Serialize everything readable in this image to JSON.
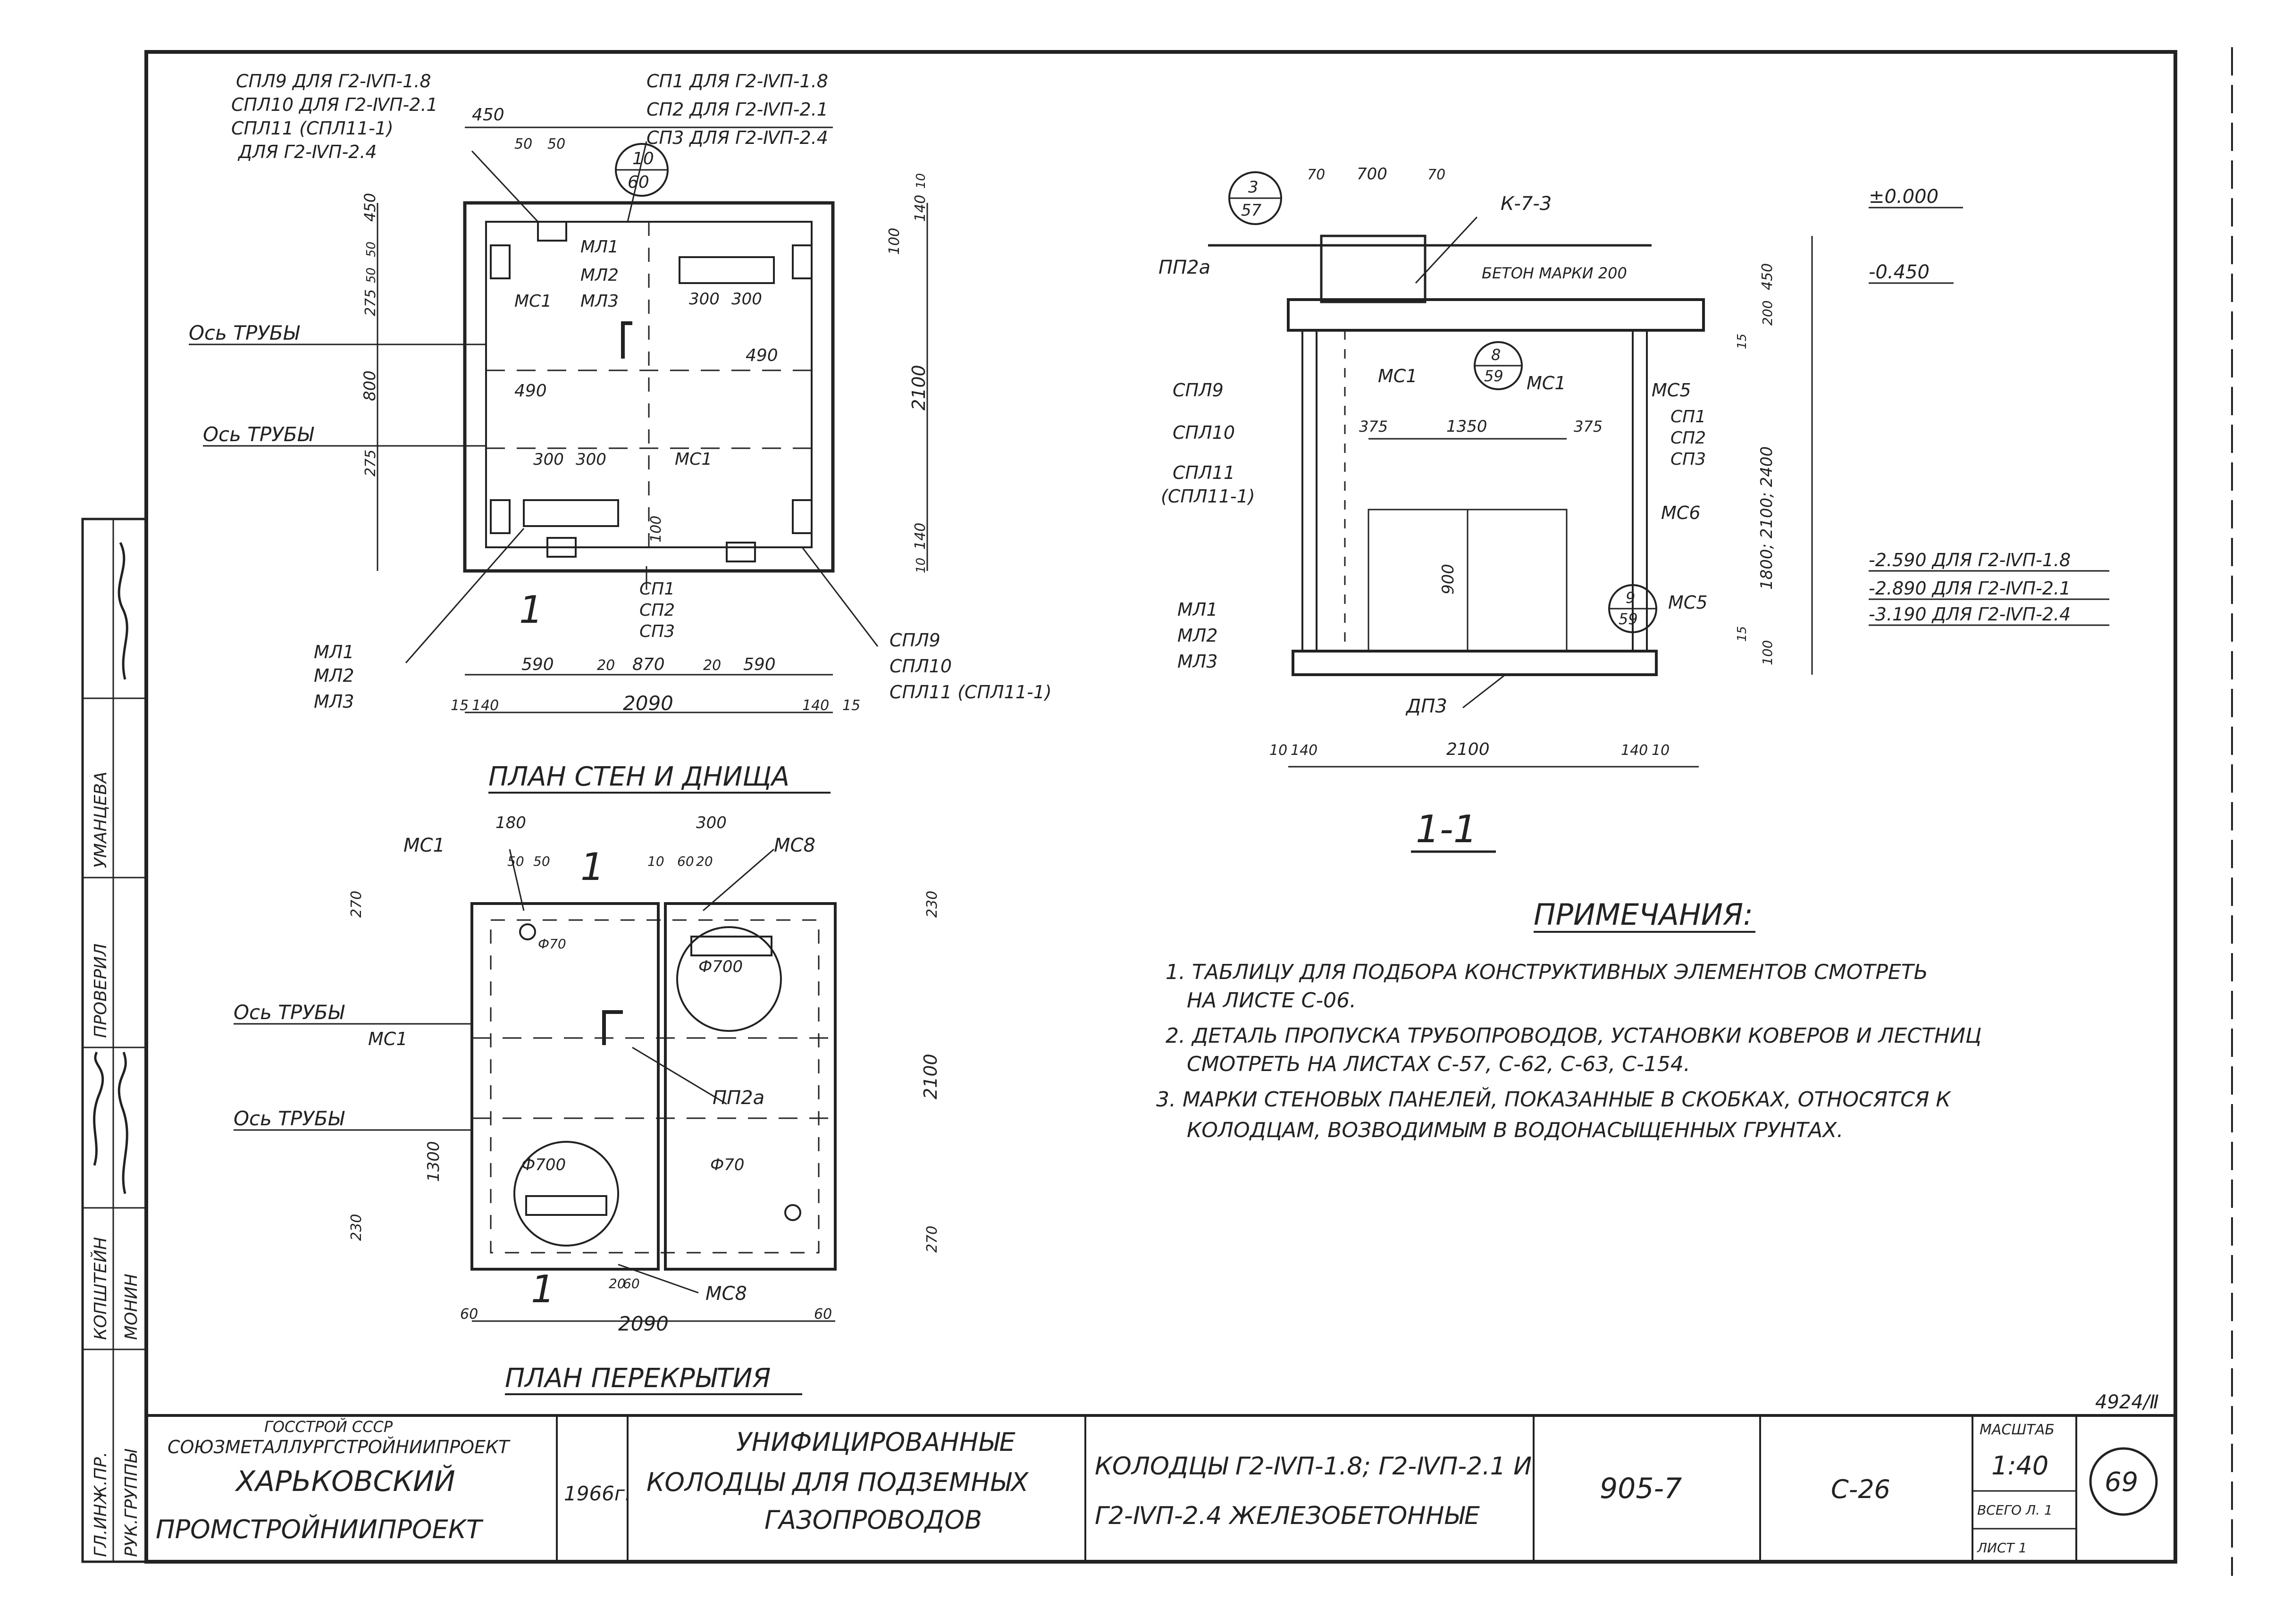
{
  "plan_walls": {
    "title": "ПЛАН СТЕН И ДНИЩА",
    "top_callouts_left": [
      "СПЛ9 ДЛЯ Г2-ⅣП-1.8",
      "СПЛ10 ДЛЯ Г2-ⅣП-2.1",
      "СПЛ11 (СПЛ11-1)",
      "ДЛЯ Г2-ⅣП-2.4"
    ],
    "top_callouts_right": [
      "СП1 ДЛЯ Г2-ⅣП-1.8",
      "СП2 ДЛЯ Г2-ⅣП-2.1",
      "СП3 ДЛЯ Г2-ⅣП-2.4"
    ],
    "badge_top": "10",
    "badge_bottom": "60",
    "dims_top": [
      "450",
      "50",
      "50"
    ],
    "dims_left": [
      "450",
      "50",
      "50",
      "275",
      "800",
      "275"
    ],
    "dims_right": [
      "140",
      "10",
      "100",
      "2100",
      "100",
      "140",
      "10"
    ],
    "inner": [
      "МЛ1",
      "МЛ2",
      "МЛ3",
      "МС1",
      "300",
      "300",
      "490",
      "490",
      "300",
      "300",
      "МС1",
      "1"
    ],
    "axis": [
      "Ось ТРУБЫ",
      "Ось ТРУБЫ"
    ],
    "bottom_left_labels": [
      "МЛ1",
      "МЛ2",
      "МЛ3"
    ],
    "bottom_center_labels": [
      "СП1",
      "СП2",
      "СП3"
    ],
    "bottom_right_labels": [
      "СПЛ9",
      "СПЛ10",
      "СПЛ11 (СПЛ11-1)"
    ],
    "dims_bottom": [
      "590",
      "20",
      "870",
      "20",
      "590"
    ],
    "dims_total": [
      "15",
      "140",
      "2090",
      "140",
      "15"
    ]
  },
  "plan_cover": {
    "title": "ПЛАН ПЕРЕКРЫТИЯ",
    "labels": [
      "МС1",
      "МС8",
      "МС1",
      "ПП2а",
      "МС8",
      "1",
      "1"
    ],
    "dims_top": [
      "180",
      "50",
      "50",
      "10",
      "300",
      "60",
      "20"
    ],
    "dims_left": [
      "270",
      "1300",
      "230"
    ],
    "dims_right": [
      "230",
      "2100",
      "270"
    ],
    "circles": [
      "Ф700",
      "Ф700",
      "Ф70",
      "Ф70"
    ],
    "axis": [
      "Ось ТРУБЫ",
      "Ось ТРУБЫ"
    ],
    "dims_bottom": [
      "60",
      "20",
      "60",
      "2090",
      "60"
    ]
  },
  "section": {
    "title": "1-1",
    "badges": [
      [
        "3",
        "57"
      ],
      [
        "8",
        "59"
      ],
      [
        "9",
        "59"
      ]
    ],
    "dims_top": [
      "70",
      "700",
      "70"
    ],
    "labels": [
      "К-7-3",
      "ПП2а",
      "БЕТОН МАРКИ 200",
      "МС1",
      "МС1",
      "МС5",
      "СПЛ9",
      "СПЛ10",
      "СПЛ11",
      "(СПЛ11-1)",
      "СП1",
      "СП2",
      "СП3",
      "МС6",
      "МЛ1",
      "МЛ2",
      "МЛ3",
      "МС5",
      "ДП3"
    ],
    "dims_inner": [
      "375",
      "1350",
      "375",
      "900"
    ],
    "dims_right": [
      "450",
      "200",
      "15",
      "1800; 2100; 2400",
      "15",
      "100"
    ],
    "levels": [
      "±0.000",
      "-0.450",
      "-2.590 ДЛЯ Г2-ⅣП-1.8",
      "-2.890 ДЛЯ Г2-ⅣП-2.1",
      "-3.190 ДЛЯ Г2-ⅣП-2.4"
    ],
    "dims_bottom": [
      "10",
      "140",
      "2100",
      "140",
      "10"
    ]
  },
  "notes": {
    "heading": "ПРИМЕЧАНИЯ:",
    "lines": [
      "1. ТАБЛИЦУ ДЛЯ ПОДБОРА КОНСТРУКТИВНЫХ ЭЛЕМЕНТОВ СМОТРЕТЬ",
      "НА ЛИСТЕ С-06.",
      "2. ДЕТАЛЬ ПРОПУСКА ТРУБОПРОВОДОВ, УСТАНОВКИ КОВЕРОВ И ЛЕСТНИЦ",
      "СМОТРЕТЬ НА ЛИСТАХ С-57, С-62, С-63, С-154.",
      "3. МАРКИ СТЕНОВЫХ ПАНЕЛЕЙ, ПОКАЗАННЫЕ В СКОБКАХ, ОТНОСЯТСЯ К",
      "КОЛОДЦАМ, ВОЗВОДИМЫМ В ВОДОНАСЫЩЕННЫХ ГРУНТАХ."
    ]
  },
  "side_stamp": [
    "ГЛ.ИНЖ.ПР.",
    "РУК.ГРУППЫ",
    "КОПШТЕЙН",
    "МОНИН",
    "ПРОВЕРИЛ",
    "УМАНЦЕВА"
  ],
  "title_block": {
    "org": [
      "ГОССТРОЙ СССР",
      "СОЮЗМЕТАЛЛУРГСТРОЙНИИПРОЕКТ",
      "ХАРЬКОВСКИЙ",
      "ПРОМСТРОЙНИИПРОЕКТ"
    ],
    "year": "1966г.",
    "title": [
      "УНИФИЦИРОВАННЫЕ",
      "КОЛОДЦЫ ДЛЯ ПОДЗЕМНЫХ",
      "ГАЗОПРОВОДОВ"
    ],
    "subject": [
      "КОЛОДЦЫ Г2-ⅣП-1.8; Г2-ⅣП-2.1 И",
      "Г2-ⅣП-2.4 ЖЕЛЕЗОБЕТОННЫЕ"
    ],
    "series": "905-7",
    "sheet": "С-26",
    "scale_label": "МАСШТАБ",
    "scale": "1:40",
    "sheets_total": "ВСЕГО Л. 1",
    "sheet_no": "ЛИСТ 1",
    "page": "69",
    "code": "4924/Ⅱ"
  }
}
